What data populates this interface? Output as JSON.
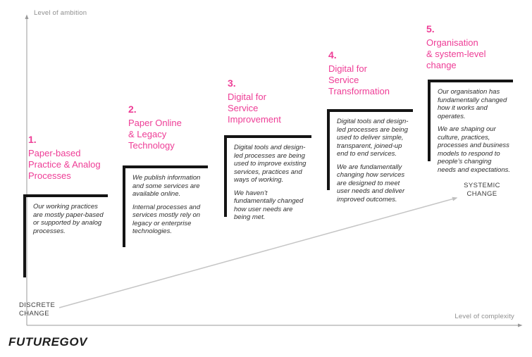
{
  "diagram": {
    "y_axis_label": "Level of ambition",
    "x_axis_label": "Level of complexity",
    "start_label": "DISCRETE\nCHANGE",
    "end_label": "SYSTEMIC\nCHANGE",
    "logo": "FUTUREGOV",
    "colors": {
      "accent_pink": "#ee3d96",
      "axis_gray": "#9a9a9a",
      "arrow_gray": "#c5c5c5",
      "box_border_black": "#141414",
      "body_text": "#2e2e2e"
    },
    "stages": [
      {
        "number": "1.",
        "title": "Paper-based\nPractice & Analog\nProcesses",
        "paragraphs": [
          "Our working practices are mostly paper-based or supported by analog processes."
        ]
      },
      {
        "number": "2.",
        "title": "Paper Online\n& Legacy\nTechnology",
        "paragraphs": [
          "We publish information and some services are available online.",
          "Internal processes and services mostly rely on legacy or enterprise technologies."
        ]
      },
      {
        "number": "3.",
        "title": "Digital for\nService\nImprovement",
        "paragraphs": [
          "Digital tools and design-led processes are being used to improve existing services, practices and ways of working.",
          "We haven’t fundamentally changed how user needs are being met."
        ]
      },
      {
        "number": "4.",
        "title": "Digital for\nService\nTransformation",
        "paragraphs": [
          "Digital tools and design-led processes are being used to deliver simple, transparent, joined-up end to end services.",
          "We are fundamentally changing how services are designed to meet user needs and deliver improved outcomes."
        ]
      },
      {
        "number": "5.",
        "title": "Organisation\n& system-level\nchange",
        "paragraphs": [
          "Our organisation has fundamentally changed how it works and operates.",
          "We are shaping our culture, practices, processes and business models to respond to people’s changing needs and expectations."
        ]
      }
    ]
  }
}
